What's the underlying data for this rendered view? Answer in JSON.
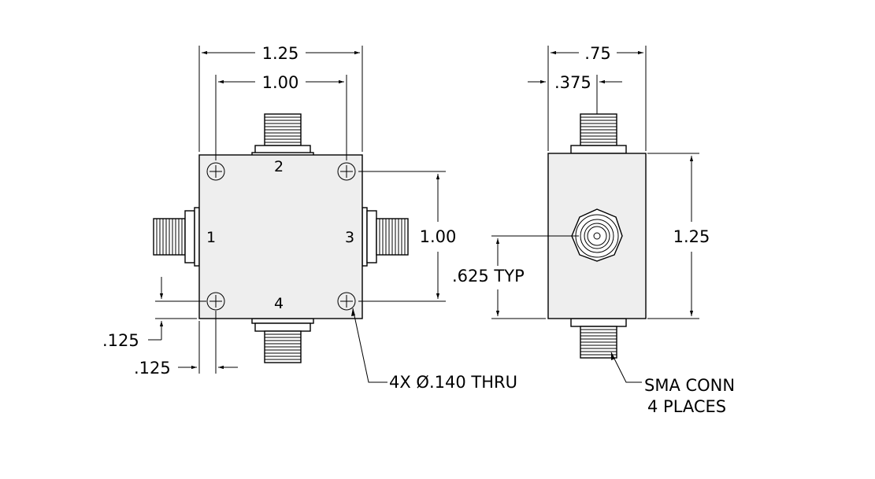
{
  "diagram": {
    "front_view": {
      "width_dim": "1.25",
      "hole_spacing_dim": "1.00",
      "height_hole_dim": "1.00",
      "edge_offset_vertical": ".125",
      "edge_offset_horizontal": ".125",
      "hole_callout": "4X Ø.140 THRU",
      "ports": [
        "1",
        "2",
        "3",
        "4"
      ]
    },
    "side_view": {
      "width_dim": ".75",
      "center_dim": ".375",
      "height_dim": "1.25",
      "connector_height_dim": ".625 TYP",
      "connector_callout_line1": "SMA CONN",
      "connector_callout_line2": "4 PLACES"
    }
  }
}
